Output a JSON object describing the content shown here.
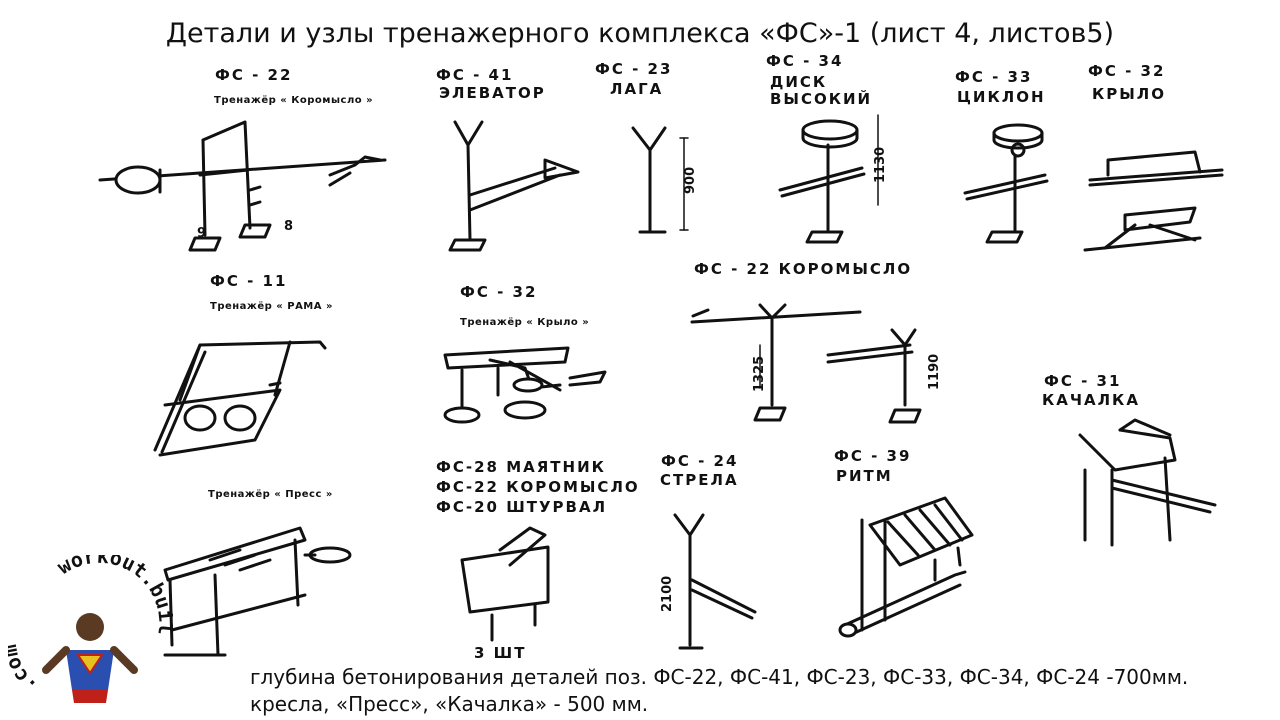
{
  "title": "Детали и узлы тренажерного комплекса «ФС»-1 (лист 4, листов5)",
  "items": {
    "fs22_top": {
      "code": "ФС - 22",
      "name": "Тренажёр « Коромысло »",
      "dims": [
        "9",
        "8"
      ]
    },
    "fs41": {
      "code": "ФС - 41",
      "name": "ЭЛЕВАТОР"
    },
    "fs23": {
      "code": "ФС - 23",
      "name": "ЛАГА",
      "dims": [
        "900"
      ]
    },
    "fs34": {
      "code": "ФС - 34",
      "name": "ДИСК",
      "name2": "ВЫСОКИЙ",
      "dims": [
        "1130"
      ]
    },
    "fs33": {
      "code": "ФС - 33",
      "name": "ЦИКЛОН"
    },
    "fs32_top": {
      "code": "ФС - 32",
      "name": "КРЫЛО"
    },
    "fs11": {
      "code": "ФС - 11",
      "name": "Тренажёр « РАМА »"
    },
    "fs32_mid": {
      "code": "ФС - 32",
      "name": "Тренажёр « Крыло »"
    },
    "fs22_mid": {
      "code": "ФС - 22  КОРОМЫСЛО",
      "dims": [
        "1325",
        "1190"
      ]
    },
    "fs31": {
      "code": "ФС - 31",
      "name": "КАЧАЛКА"
    },
    "press": {
      "name": "Тренажёр « Пресс »"
    },
    "group": {
      "l1": "ФС-28 МАЯТНИК",
      "l2": "ФС-22 КОРОМЫСЛО",
      "l3": "ФС-20 ШТУРВАЛ",
      "qty": "3 ШТ"
    },
    "fs24": {
      "code": "ФС - 24",
      "name": "СТРЕЛА",
      "dims": [
        "2100"
      ]
    },
    "fs39": {
      "code": "ФС - 39",
      "name": "РИТМ"
    }
  },
  "footer": {
    "line1": "глубина бетонирования деталей поз. ФС-22, ФС-41, ФС-23, ФС-33, ФС-34, ФС-24 -700мм.",
    "line2": "кресла, «Пресс», «Качалка» - 500 мм."
  },
  "logo": {
    "text": "workout.builder-ua.com",
    "icon": "athlete-emblem-icon"
  }
}
